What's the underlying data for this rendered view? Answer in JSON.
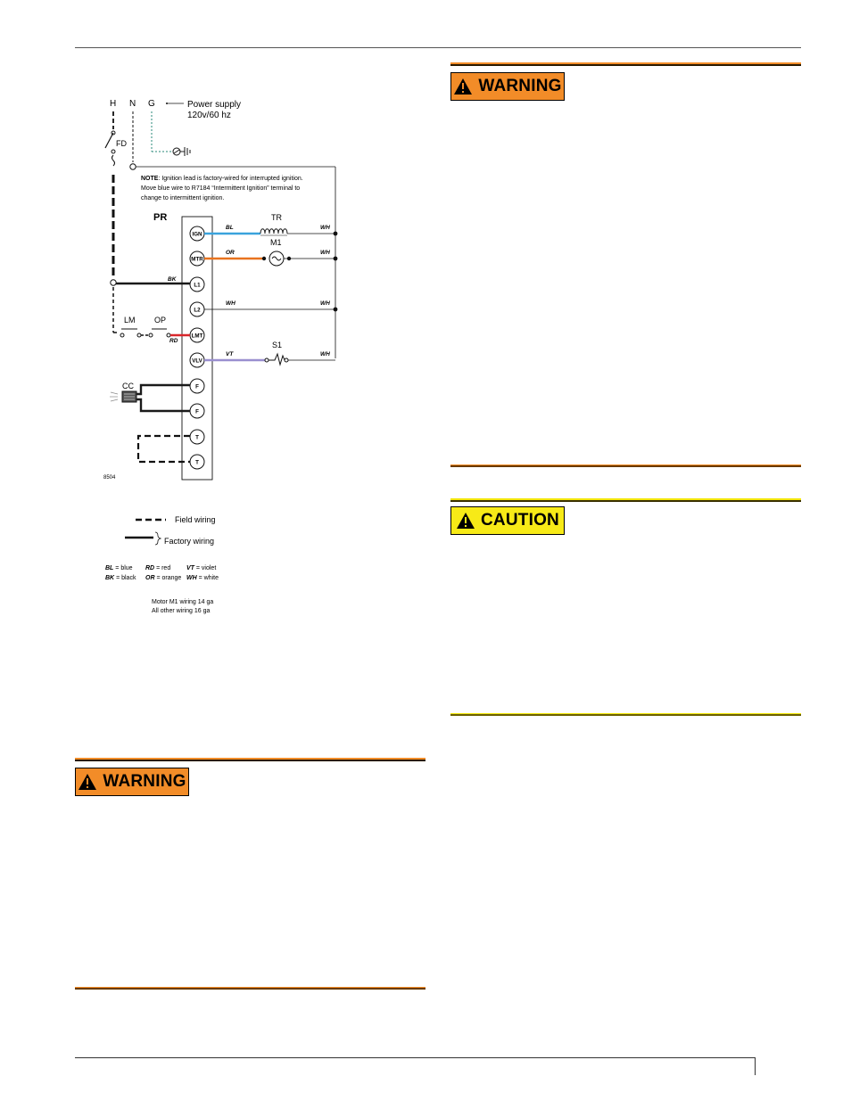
{
  "diagram": {
    "labels": {
      "hot": "H",
      "neutral": "N",
      "ground": "G",
      "power_line1": "Power supply",
      "power_line2": "120v/60 hz",
      "flame_detector": "FD",
      "note_prefix": "NOTE",
      "note_line1": ": Ignition lead is factory-wired for interrupted ignition.",
      "note_line2": "Move blue wire to R7184 “Intermittent Ignition” terminal to",
      "note_line3": "change to intermittent ignition.",
      "relay": "PR",
      "transformer": "TR",
      "motor": "M1",
      "solenoid": "S1",
      "limit": "LM",
      "oil_pressure": "OP",
      "cad_cell": "CC",
      "figure_id": "8504"
    },
    "terminals": [
      "IGN",
      "MTR",
      "L1",
      "L2",
      "LMT",
      "VLV",
      "F",
      "F",
      "T",
      "T"
    ],
    "wire_codes": {
      "ign": "BL",
      "mtr": "OR",
      "l1": "BK",
      "l2": "WH",
      "lmt": "RD",
      "vlv": "VT",
      "tr_out": "WH",
      "m1_out": "WH",
      "l2_out": "WH",
      "s1_out": "WH"
    },
    "wire_colors": {
      "blue": "#3aa3dc",
      "orange": "#e8731f",
      "red": "#d9262b",
      "violet": "#9a8fcf",
      "black": "#1a1a1a",
      "ground_dash": "#2a8a7a"
    },
    "legend": {
      "field": "Field wiring",
      "factory": "Factory wiring",
      "bl_code": "BL",
      "bl_text": " = blue",
      "rd_code": "RD",
      "rd_text": " = red",
      "vt_code": "VT",
      "vt_text": " = violet",
      "bk_code": "BK",
      "bk_text": " = black",
      "or_code": "OR",
      "or_text": " = orange",
      "wh_code": "WH",
      "wh_text": " = white",
      "gauge1": "Motor M1 wiring 14 ga",
      "gauge2": "All other wiring 16 ga"
    }
  },
  "notices": {
    "warning_label": "WARNING",
    "caution_label": "CAUTION",
    "warning_color": "#f28c28",
    "caution_color": "#f7ea17"
  }
}
